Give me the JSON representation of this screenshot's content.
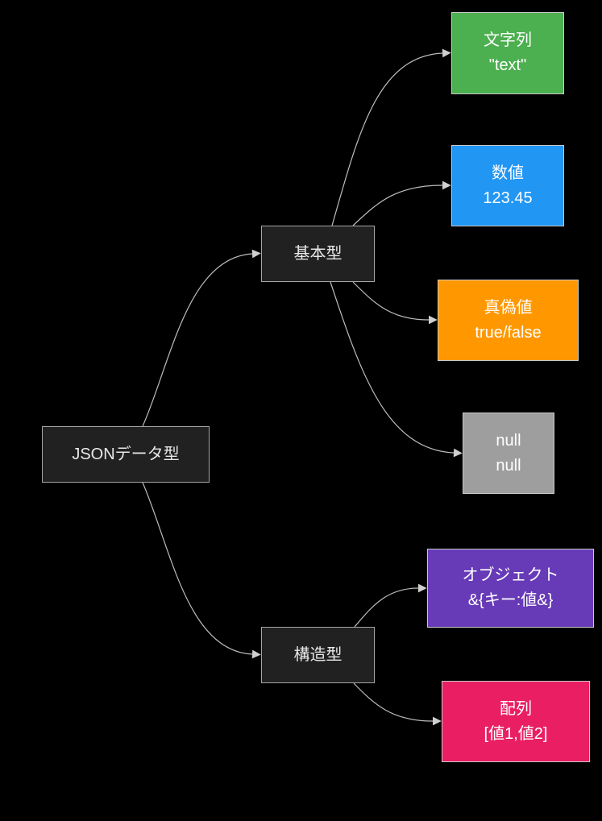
{
  "diagram": {
    "nodes": {
      "root": {
        "label": "JSONデータ型"
      },
      "basic": {
        "label": "基本型"
      },
      "structured": {
        "label": "構造型"
      },
      "string": {
        "label": "文字列",
        "value": "\"text\"",
        "color": "#4CAF50"
      },
      "number": {
        "label": "数値",
        "value": "123.45",
        "color": "#2196F3"
      },
      "boolean": {
        "label": "真偽値",
        "value": "true/false",
        "color": "#FF9800"
      },
      "null": {
        "label": "null",
        "value": "null",
        "color": "#9E9E9E"
      },
      "object": {
        "label": "オブジェクト",
        "value": "&{キー:値&}",
        "color": "#673AB7"
      },
      "array": {
        "label": "配列",
        "value": "[値1,値2]",
        "color": "#E91E63"
      }
    },
    "edges": [
      {
        "from": "root",
        "to": "basic"
      },
      {
        "from": "root",
        "to": "structured"
      },
      {
        "from": "basic",
        "to": "string"
      },
      {
        "from": "basic",
        "to": "number"
      },
      {
        "from": "basic",
        "to": "boolean"
      },
      {
        "from": "basic",
        "to": "null"
      },
      {
        "from": "structured",
        "to": "object"
      },
      {
        "from": "structured",
        "to": "array"
      }
    ],
    "colors": {
      "background": "#000000",
      "node_fill": "#212121",
      "node_border": "#a6a6a6",
      "leaf_border": "#c9c9c9",
      "edge_line": "#bdbdbd",
      "arrowhead": "#cfcfcf",
      "text_dark_node": "#e8e8e8",
      "text_leaf": "#ffffff"
    }
  }
}
